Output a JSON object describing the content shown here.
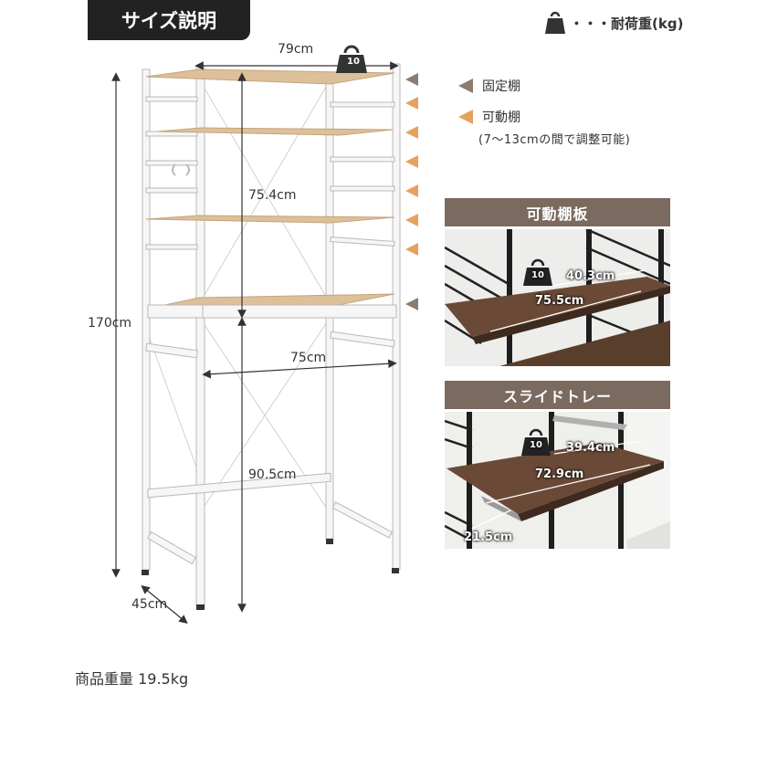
{
  "title": "サイズ説明",
  "load_legend": {
    "icon": "weight-icon",
    "text": "・・・耐荷重(kg)",
    "icon_value": "10"
  },
  "legend": {
    "fixed_shelf": {
      "label": "固定棚",
      "color": "#8c7c70"
    },
    "movable_shelf": {
      "label": "可動棚",
      "note": "(7〜13cmの間で調整可能)",
      "color": "#e8a060"
    }
  },
  "dimensions": {
    "top_width": "79cm",
    "total_height": "170cm",
    "upper_height": "75.4cm",
    "inner_width": "75cm",
    "lower_height": "90.5cm",
    "depth": "45cm",
    "top_load": "10"
  },
  "panels": {
    "movable_shelf": {
      "header": "可動棚板",
      "load": "10",
      "depth": "40.3cm",
      "width": "75.5cm"
    },
    "slide_tray": {
      "header": "スライドトレー",
      "load": "10",
      "depth": "39.4cm",
      "width": "72.9cm",
      "slide": "21.5cm"
    }
  },
  "product_weight": "商品重量 19.5kg",
  "colors": {
    "frame": "#f4f4f4",
    "wood_light": "#d9bc95",
    "wood_dark": "#6a4a36",
    "badge": "#222222"
  }
}
